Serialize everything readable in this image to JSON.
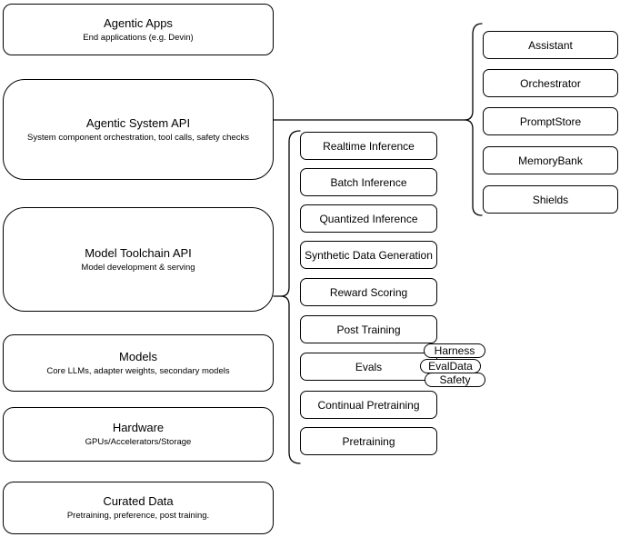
{
  "diagram": {
    "background": "#ffffff",
    "stroke_color": "#000000",
    "text_color": "#000000",
    "layers": [
      {
        "title": "Agentic Apps",
        "subtitle": "End applications (e.g. Devin)"
      },
      {
        "title": "Agentic System API",
        "subtitle": "System component orchestration, tool calls, safety checks"
      },
      {
        "title": "Model Toolchain API",
        "subtitle": "Model development & serving"
      },
      {
        "title": "Models",
        "subtitle": "Core LLMs, adapter weights, secondary models"
      },
      {
        "title": "Hardware",
        "subtitle": "GPUs/Accelerators/Storage"
      },
      {
        "title": "Curated Data",
        "subtitle": "Pretraining, preference, post training."
      }
    ],
    "toolchain_services": [
      {
        "label": "Realtime Inference"
      },
      {
        "label": "Batch Inference"
      },
      {
        "label": "Quantized Inference"
      },
      {
        "label": "Synthetic Data Generation"
      },
      {
        "label": "Reward Scoring"
      },
      {
        "label": "Post Training"
      },
      {
        "label": "Evals"
      },
      {
        "label": "Continual Pretraining"
      },
      {
        "label": "Pretraining"
      }
    ],
    "evals_tags": [
      {
        "label": "Harness"
      },
      {
        "label": "EvalData"
      },
      {
        "label": "Safety"
      }
    ],
    "system_components": [
      {
        "label": "Assistant"
      },
      {
        "label": "Orchestrator"
      },
      {
        "label": "PromptStore"
      },
      {
        "label": "MemoryBank"
      },
      {
        "label": "Shields"
      }
    ]
  }
}
